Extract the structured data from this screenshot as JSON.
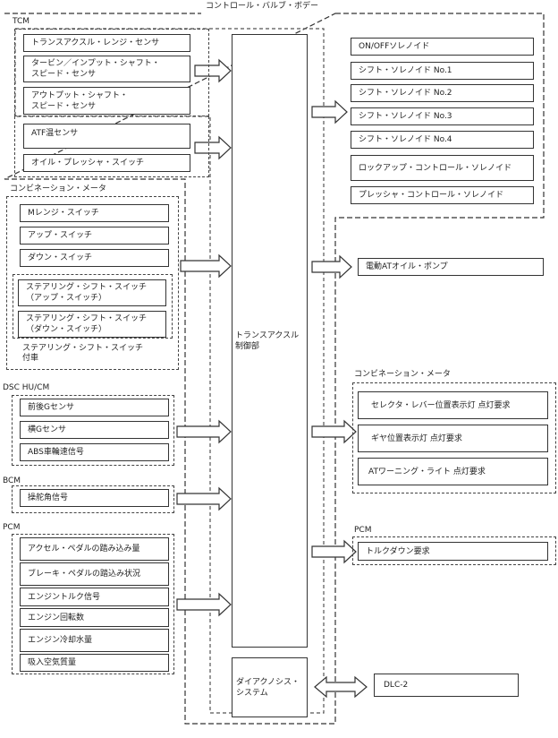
{
  "title": "コントロール・バルブ・ボデー",
  "center": {
    "main_label": "トランスアクスル\n制御部",
    "diag_label": "ダイアクノシス・\nシステム"
  },
  "inputs": {
    "tcm": {
      "label": "TCM",
      "items": [
        "トランスアクスル・レンジ・センサ",
        "タービン／インプット・シャフト・\nスピード・センサ",
        "アウトプット・シャフト・\nスピード・センサ",
        "ATF温センサ",
        "オイル・プレッシャ・スイッチ"
      ]
    },
    "combination_meter": {
      "label": "コンビネーション・メータ",
      "items": [
        "Mレンジ・スイッチ",
        "アップ・スイッチ",
        "ダウン・スイッチ"
      ],
      "steering_items": [
        "ステアリング・シフト・スイッチ\n（アップ・スイッチ）",
        "ステアリング・シフト・スイッチ\n（ダウン・スイッチ）"
      ],
      "steering_note": "ステアリング・シフト・スイッチ\n付車"
    },
    "dsc": {
      "label": "DSC HU/CM",
      "items": [
        "前後Gセンサ",
        "横Gセンサ",
        "ABS車輪速信号"
      ]
    },
    "bcm": {
      "label": "BCM",
      "items": [
        "操舵角信号"
      ]
    },
    "pcm": {
      "label": "PCM",
      "items": [
        "アクセル・ペダルの踏み込み量",
        "ブレーキ・ペダルの踏込み状況",
        "エンジントルク信号",
        "エンジン回転数",
        "エンジン冷却水量",
        "吸入空気質量"
      ]
    }
  },
  "outputs": {
    "solenoids": [
      "ON/OFFソレノイド",
      "シフト・ソレノイド No.1",
      "シフト・ソレノイド No.2",
      "シフト・ソレノイド No.3",
      "シフト・ソレノイド No.4",
      "ロックアップ・コントロール・ソレノイド",
      "プレッシャ・コントロール・ソレノイド"
    ],
    "pump": "電動ATオイル・ポンプ",
    "combination_meter": {
      "label": "コンビネーション・メータ",
      "items": [
        "セレクタ・レバー位置表示灯 点灯要求",
        "ギヤ位置表示灯 点灯要求",
        "ATワーニング・ライト 点灯要求"
      ]
    },
    "pcm": {
      "label": "PCM",
      "items": [
        "トルクダウン要求"
      ]
    },
    "dlc": "DLC-2"
  }
}
